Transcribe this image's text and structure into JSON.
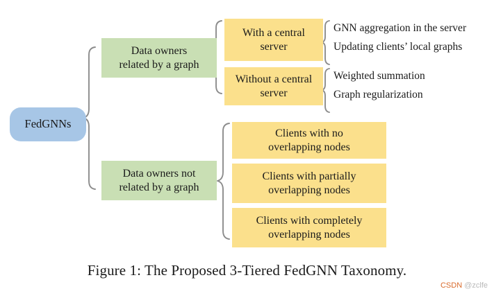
{
  "figure": {
    "caption": "Figure 1: The Proposed 3-Tiered FedGNN Taxonomy.",
    "watermark_brand": "CSDN",
    "watermark_user": " @zclfe"
  },
  "colors": {
    "root_fill": "#a7c6e6",
    "tier2_fill": "#c9dfb4",
    "tier3_fill": "#fbe08c",
    "brace_stroke": "#8c8c8c",
    "text": "#1a1a1a",
    "background": "#ffffff"
  },
  "root": {
    "label": "FedGNNs"
  },
  "tier2": [
    {
      "id": "related",
      "label": "Data owners\nrelated by a graph",
      "line1": "Data owners",
      "line2": "related by a graph"
    },
    {
      "id": "not-related",
      "label": "Data owners not\nrelated by a graph",
      "line1": "Data owners not",
      "line2": "related by a graph"
    }
  ],
  "tier3": [
    {
      "id": "with-central-server",
      "line1": "With a central",
      "line2": "server",
      "parent": "related"
    },
    {
      "id": "without-central-server",
      "line1": "Without a central",
      "line2": "server",
      "parent": "related"
    },
    {
      "id": "no-overlap",
      "line1": "Clients with no",
      "line2": "overlapping nodes",
      "parent": "not-related"
    },
    {
      "id": "partial-overlap",
      "line1": "Clients with partially",
      "line2": "overlapping nodes",
      "parent": "not-related"
    },
    {
      "id": "complete-overlap",
      "line1": "Clients with completely",
      "line2": "overlapping nodes",
      "parent": "not-related"
    }
  ],
  "tier4": [
    {
      "id": "gnn-aggregation",
      "label": "GNN aggregation in the server",
      "parent": "with-central-server"
    },
    {
      "id": "updating-local-graphs",
      "label": "Updating clients’ local graphs",
      "parent": "with-central-server"
    },
    {
      "id": "weighted-summation",
      "label": "Weighted summation",
      "parent": "without-central-server"
    },
    {
      "id": "graph-regularization",
      "label": "Graph regularization",
      "parent": "without-central-server"
    }
  ]
}
